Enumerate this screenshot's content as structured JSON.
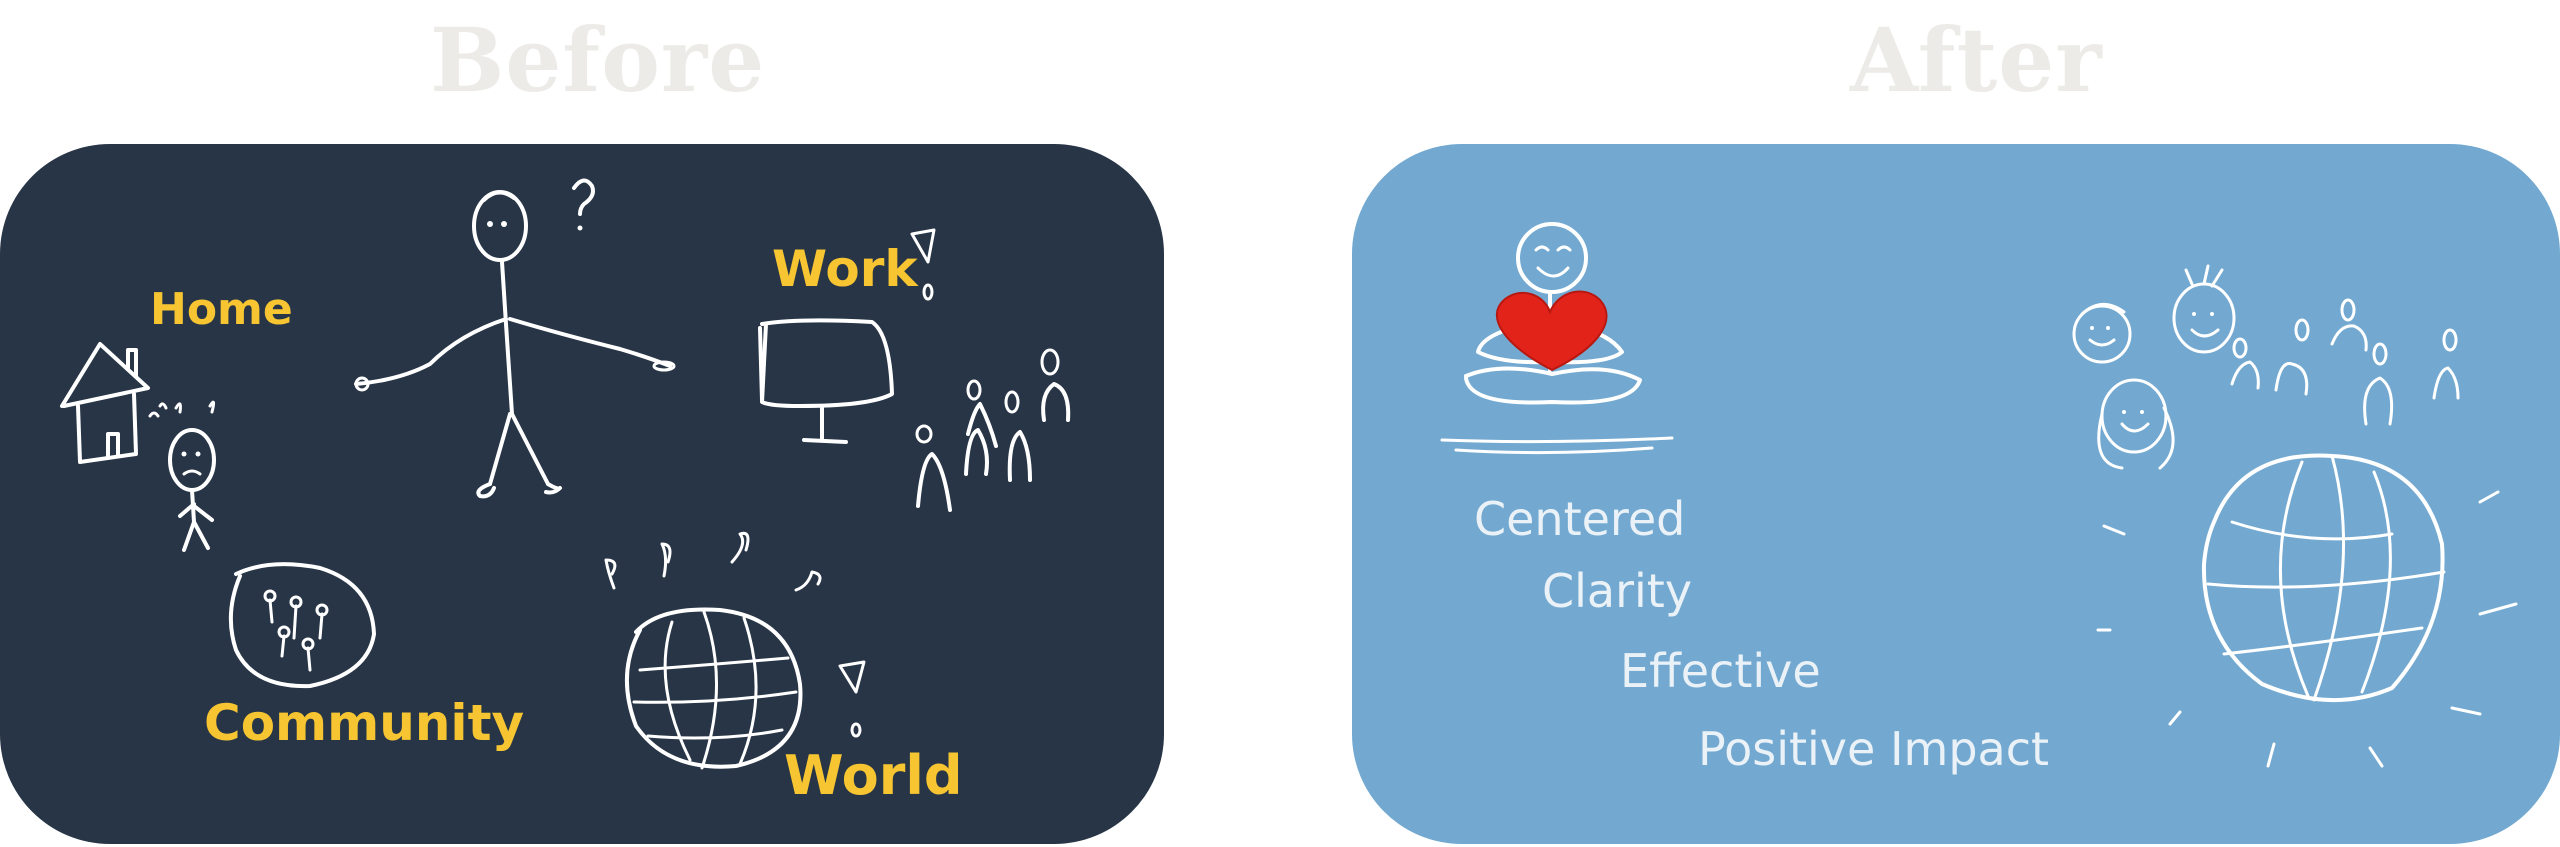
{
  "headings": {
    "before": "Before",
    "after": "After"
  },
  "before": {
    "labels": {
      "home": "Home",
      "work": "Work",
      "community": "Community",
      "world": "World"
    }
  },
  "after": {
    "labels": {
      "centered": "Centered",
      "clarity": "Clarity",
      "effective": "Effective",
      "positive_impact": "Positive Impact"
    }
  },
  "colors": {
    "before_panel": "#273546",
    "after_panel": "#73a9d0",
    "accent_yellow": "#f7c531",
    "heart_red": "#e2231a",
    "heading_grey": "#ecebe8"
  },
  "icons": {
    "before": [
      "house-icon",
      "worried-person-icon",
      "confused-stick-figure-icon",
      "computer-monitor-icon",
      "crowd-icon",
      "community-circle-icon",
      "confused-globe-icon"
    ],
    "after": [
      "meditating-person-with-heart-icon",
      "happy-faces-icon",
      "crowd-icon",
      "radiant-globe-icon"
    ]
  }
}
